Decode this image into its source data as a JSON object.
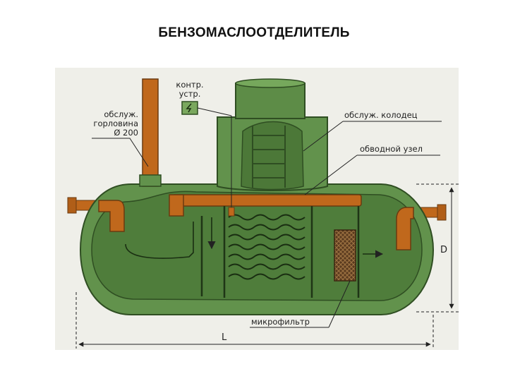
{
  "title": "БЕНЗОМАСЛООТДЕЛИТЕЛЬ",
  "labels": {
    "control_unit_line1": "контр.",
    "control_unit_line2": "устр.",
    "service_neck_line1": "обслуж.",
    "service_neck_line2": "горловина",
    "service_neck_line3": "Ø 200",
    "service_well": "обслуж. колодец",
    "bypass_unit": "обводной узел",
    "microfilter": "микрофильтр",
    "dimension_d": "D",
    "dimension_l": "L"
  },
  "colors": {
    "tank_green": "#62924c",
    "tank_dark": "#355a26",
    "pipe_orange": "#c0681c",
    "filter_brown": "#6b4a2a",
    "background": "#efefe9"
  }
}
